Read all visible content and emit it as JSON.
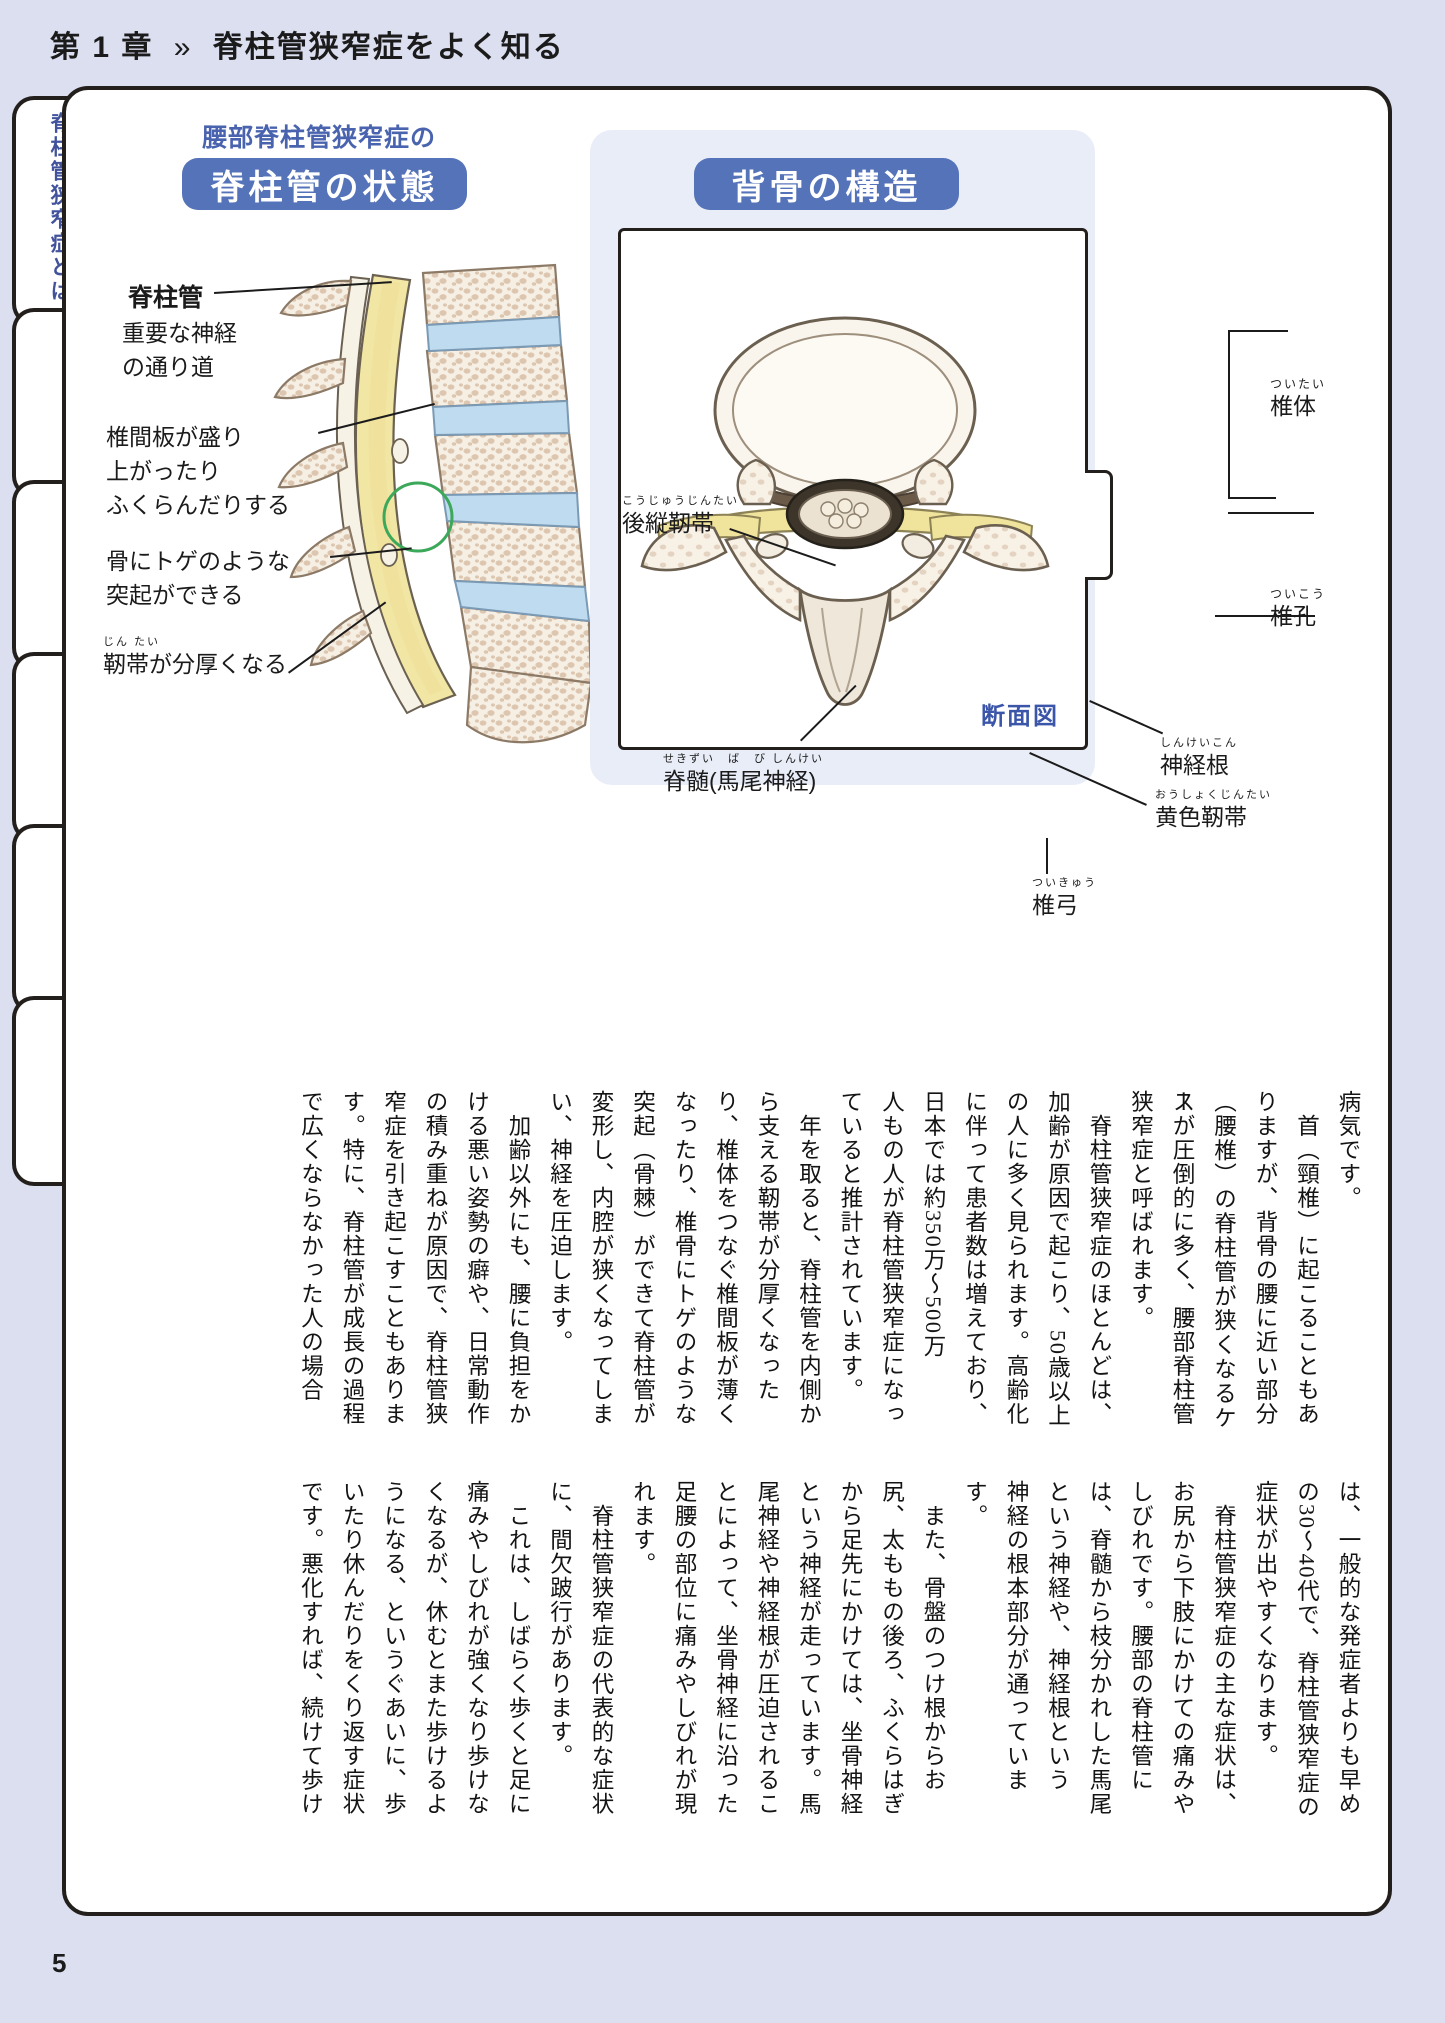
{
  "header": {
    "chapter": "第 1 章",
    "chevron": "»",
    "title": "脊柱管狭窄症をよく知る"
  },
  "sidebar": {
    "items": [
      {
        "label": "脊柱管狭窄症とは",
        "active": true
      },
      {
        "label": "",
        "active": false
      },
      {
        "label": "",
        "active": false
      },
      {
        "label": "",
        "active": false
      },
      {
        "label": "",
        "active": false
      },
      {
        "label": "",
        "active": false
      }
    ]
  },
  "panels": {
    "left": {
      "kicker": "腰部脊柱管狭窄症の",
      "pill": "脊柱管の状態",
      "labels": [
        {
          "name": "spinal-canal",
          "title": "脊柱管",
          "line2": "重要な神経",
          "line3": "の通り道"
        },
        {
          "name": "disc-bulge",
          "line1": "椎間板が盛り",
          "line2": "上がったり",
          "line3": "ふくらんだりする"
        },
        {
          "name": "bone-spur",
          "line1": "骨にトゲのような",
          "line2": "突起ができる"
        },
        {
          "name": "ligament-thickening",
          "ruby": "じん たい",
          "line1": "靭帯が分厚くなる"
        }
      ]
    },
    "right": {
      "pill": "背骨の構造",
      "footer_note": "断面図",
      "labels": [
        {
          "name": "posterior-longitudinal-ligament",
          "ruby": "こうじゅうじんたい",
          "text": "後縦靭帯"
        },
        {
          "name": "vertebral-body",
          "ruby": "ついたい",
          "text": "椎体"
        },
        {
          "name": "vertebral-foramen",
          "ruby": "ついこう",
          "text": "椎孔"
        },
        {
          "name": "spinal-cord",
          "ruby": "せきずい　ば　び しんけい",
          "text": "脊髄(馬尾神経)"
        },
        {
          "name": "nerve-root",
          "ruby": "しんけいこん",
          "text": "神経根"
        },
        {
          "name": "ligamentum-flavum",
          "ruby": "おうしょくじんたい",
          "text": "黄色靭帯"
        },
        {
          "name": "vertebral-arch",
          "ruby": "ついきゅう",
          "text": "椎弓"
        }
      ]
    }
  },
  "body_text": {
    "columns_top": [
      "病気です。",
      "　首（頸椎）に起こることもあ",
      "りますが、背骨の腰に近い部分",
      "（腰椎）の脊柱管が狭くなるケー",
      "スが圧倒的に多く、腰部脊柱管",
      "狭窄症と呼ばれます。",
      "　脊柱管狭窄症のほとんどは、",
      "加齢が原因で起こり、50歳以上",
      "の人に多く見られます。高齢化",
      "に伴って患者数は増えており、",
      "日本では約350万〜500万",
      "人もの人が脊柱管狭窄症になっ",
      "ていると推計されています。",
      "　年を取ると、脊柱管を内側か",
      "ら支える靭帯が分厚くなった",
      "り、椎体をつなぐ椎間板が薄く",
      "なったり、椎骨にトゲのような",
      "突起（骨棘）ができて脊柱管が",
      "変形し、内腔が狭くなってしま",
      "い、神経を圧迫します。",
      "　加齢以外にも、腰に負担をか",
      "ける悪い姿勢の癖や、日常動作",
      "の積み重ねが原因で、脊柱管狭",
      "窄症を引き起こすこともありま",
      "す。特に、脊柱管が成長の過程",
      "で広くならなかった人の場合"
    ],
    "columns_bottom": [
      "は、一般的な発症者よりも早め",
      "の30〜40代で、脊柱管狭窄症の",
      "症状が出やすくなります。",
      "　脊柱管狭窄症の主な症状は、",
      "お尻から下肢にかけての痛みや",
      "しびれです。腰部の脊柱管に",
      "は、脊髄から枝分かれした馬尾",
      "という神経や、神経根という",
      "神経の根本部分が通っていま",
      "す。",
      "　また、骨盤のつけ根からお",
      "尻、太ももの後ろ、ふくらはぎ",
      "から足先にかけては、坐骨神経",
      "という神経が走っています。馬",
      "尾神経や神経根が圧迫されるこ",
      "とによって、坐骨神経に沿った",
      "足腰の部位に痛みやしびれが現",
      "れます。",
      "　脊柱管狭窄症の代表的な症状",
      "に、間欠跛行があります。",
      "　これは、しばらく歩くと足に",
      "痛みやしびれが強くなり歩けな",
      "くなるが、休むとまた歩けるよ",
      "うになる、というぐあいに、歩",
      "いたり休んだりをくり返す症状",
      "です。悪化すれば、続けて歩け"
    ]
  },
  "page_number": "5",
  "colors": {
    "page_background": "#dcdff0",
    "accent_blue": "#5573b8",
    "kicker_blue": "#4a63ae",
    "ink": "#231f1c",
    "bone": "#f3ece0",
    "bone_speckle": "#ddc8b4",
    "disc_blue": "#bcd8ef",
    "canal_yellow": "#f0e39b"
  }
}
